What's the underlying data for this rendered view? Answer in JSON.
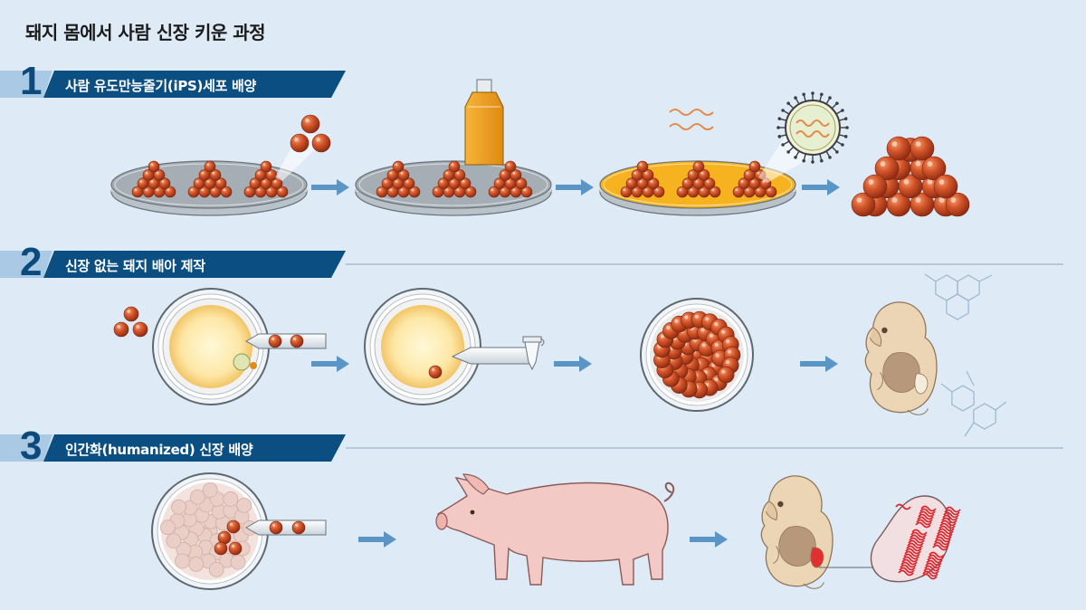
{
  "title": "돼지 몸에서 사람 신장 키운 과정",
  "steps": [
    {
      "number": "1",
      "label": "사람 유도만능줄기(iPS)세포 배양"
    },
    {
      "number": "2",
      "label": "신장 없는 돼지 배아 제작"
    },
    {
      "number": "3",
      "label": "인간화(humanized) 신장 배양"
    }
  ],
  "colors": {
    "background": "#deebf6",
    "banner": "#0b4f82",
    "number": "#0b4a7a",
    "cell": "#cc4a22",
    "arrow": "#5b95c6",
    "medium": "#f4a824",
    "pig": "#f3c9c5",
    "kidney": "#e23030"
  }
}
